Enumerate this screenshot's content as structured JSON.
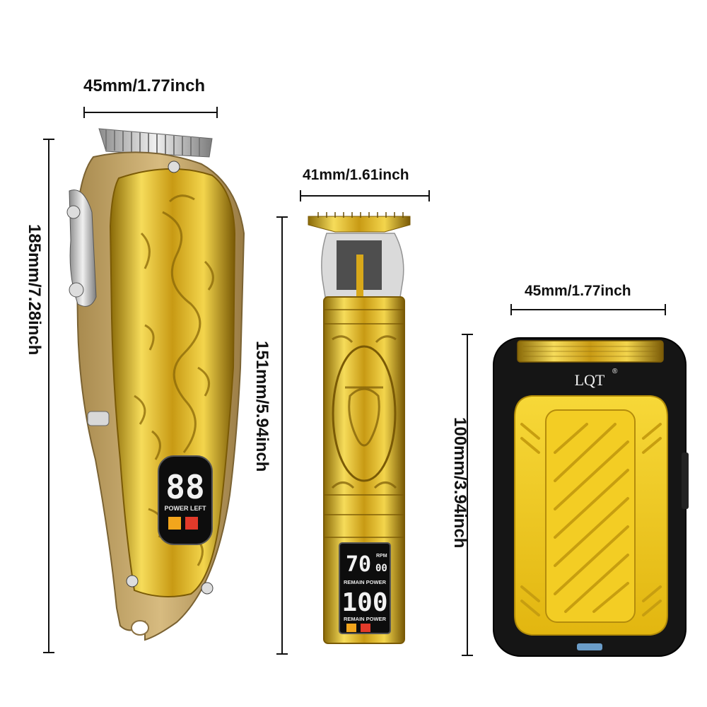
{
  "dimensions": {
    "clipper_width": "45mm/1.77inch",
    "clipper_height": "185mm/7.28inch",
    "trimmer_width": "41mm/1.61inch",
    "trimmer_height": "151mm/5.94inch",
    "shaver_width": "45mm/1.77inch",
    "shaver_height": "100mm/3.94inch"
  },
  "clipper_display": {
    "digits": "88",
    "label": "POWER LEFT"
  },
  "trimmer_display": {
    "rpm_value": "70",
    "rpm_small": "00",
    "rpm_unit": "RPM",
    "label_top": "REMAIN POWER",
    "power_value": "100",
    "label_bottom": "REMAIN POWER"
  },
  "shaver_brand": "LQT",
  "shaver_brand_mark": "®",
  "colors": {
    "gold": "#d8b21e",
    "gold_dark": "#9a7a10",
    "shaver_yellow": "#f0c81c",
    "shaver_body": "#151515",
    "clipper_body": "#c9a86a"
  }
}
